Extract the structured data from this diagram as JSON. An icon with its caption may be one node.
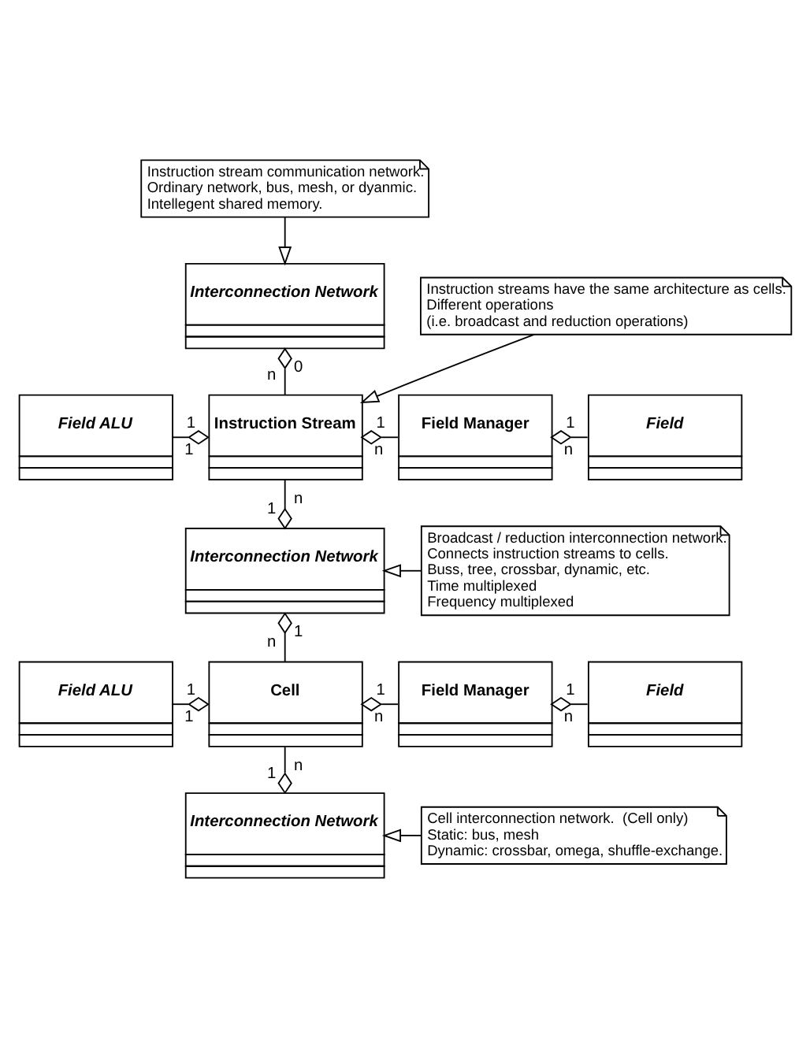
{
  "diagram": {
    "nodes": [
      {
        "text": [
          "Instruction stream communication network.",
          "Ordinary network, bus, mesh, or dyanmic.",
          "Intellegent shared memory."
        ]
      },
      {
        "text": [
          "Interconnection Network"
        ]
      },
      {
        "text": [
          "Instruction streams have the same architecture as cells.",
          "Different operations",
          "(i.e. broadcast and reduction operations)"
        ]
      },
      {
        "text": [
          "Field ALU"
        ]
      },
      {
        "text": [
          "Instruction Stream"
        ]
      },
      {
        "text": [
          "Field Manager"
        ]
      },
      {
        "text": [
          "Field"
        ]
      },
      {
        "text": [
          "Broadcast / reduction interconnection network.",
          "Connects instruction streams to cells.",
          "Buss, tree, crossbar, dynamic, etc.",
          "Time multiplexed",
          "Frequency multiplexed"
        ]
      },
      {
        "text": [
          "Interconnection Network"
        ]
      },
      {
        "text": [
          "Field ALU"
        ]
      },
      {
        "text": [
          "Cell"
        ]
      },
      {
        "text": [
          "Field Manager"
        ]
      },
      {
        "text": [
          "Field"
        ]
      },
      {
        "text": [
          "Interconnection Network"
        ]
      },
      {
        "text": [
          "Cell interconnection network.  (Cell only)",
          "Static: bus, mesh",
          "Dynamic: crossbar, omega, shuffle-exchange."
        ]
      }
    ],
    "edges": [
      {
        "from": 0,
        "to": 1,
        "arrow": "to"
      },
      {
        "from": 4,
        "to": 1,
        "arrow": "other"
      },
      {
        "from": 2,
        "to": 4,
        "arrow": "to"
      },
      {
        "from": 3,
        "to": 4,
        "arrow": "other"
      },
      {
        "from": 5,
        "to": 4,
        "arrow": "other"
      },
      {
        "from": 6,
        "to": 5,
        "arrow": "other"
      },
      {
        "from": 4,
        "to": 8,
        "arrow": "other"
      },
      {
        "from": 7,
        "to": 8,
        "arrow": "to"
      },
      {
        "from": 10,
        "to": 8,
        "arrow": "other"
      },
      {
        "from": 9,
        "to": 10,
        "arrow": "other"
      },
      {
        "from": 11,
        "to": 10,
        "arrow": "other"
      },
      {
        "from": 12,
        "to": 11,
        "arrow": "other"
      },
      {
        "from": 10,
        "to": 13,
        "arrow": "other"
      },
      {
        "from": 14,
        "to": 13,
        "arrow": "to"
      }
    ],
    "labels": [
      "0",
      "n",
      "1",
      "n",
      "n",
      "1",
      "1",
      "1",
      "n",
      "1",
      "1",
      "n",
      "1",
      "n",
      "n",
      "1",
      "1",
      "1",
      "n",
      "1"
    ]
  }
}
